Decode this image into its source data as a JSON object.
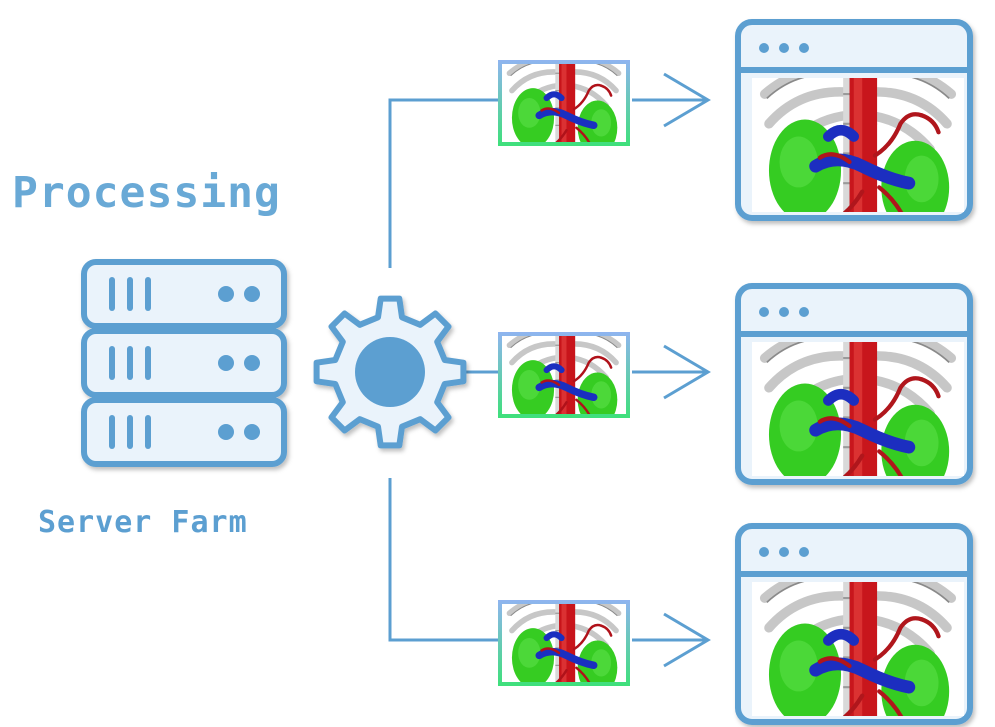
{
  "title": "Processing",
  "server_label": "Server Farm",
  "colors": {
    "accent": "#5c9fd1",
    "stroke": "#4f8fc7",
    "fill_light": "#eaf3fb",
    "thumb_border_top": "#8fb4f0",
    "thumb_border_bottom": "#3ee07a",
    "bone": "#c9c9c9",
    "kidney": "#33cc22",
    "artery": "#c8141b",
    "vein": "#1a2fc0"
  },
  "icons": {
    "server": "server-rack-icon",
    "gear": "gear-icon",
    "arrow": "arrow-right-icon",
    "window": "browser-window-icon",
    "render": "kidney-vessel-render"
  },
  "outputs": [
    {
      "id": "top"
    },
    {
      "id": "middle"
    },
    {
      "id": "bottom"
    }
  ]
}
